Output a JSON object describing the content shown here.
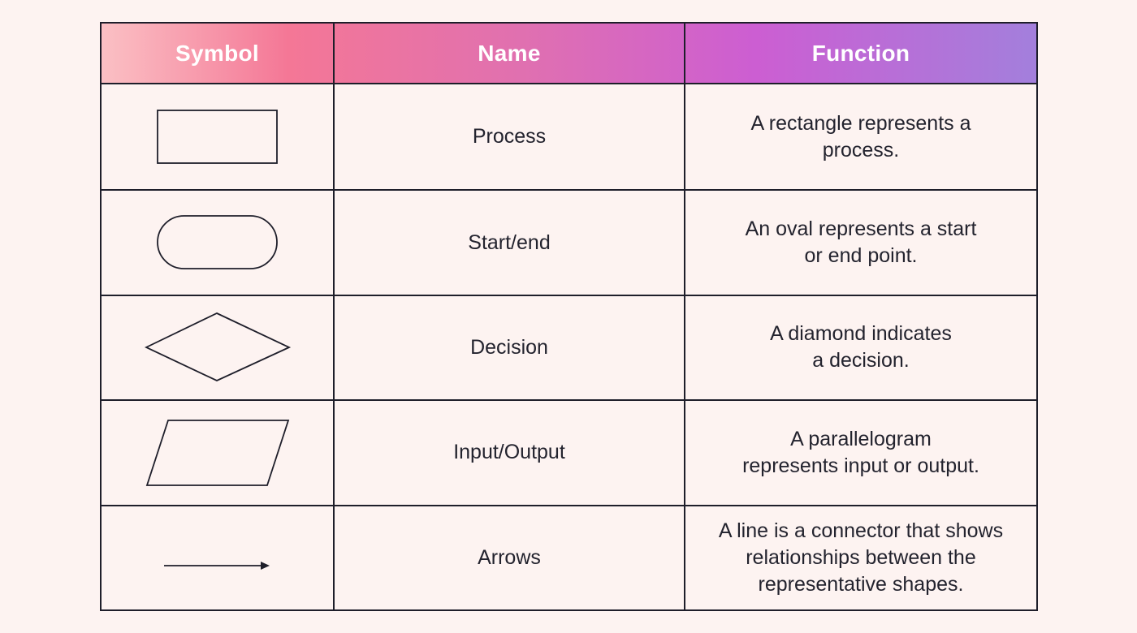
{
  "header": {
    "symbol": "Symbol",
    "name": "Name",
    "function": "Function"
  },
  "rows": [
    {
      "symbol_icon": "rectangle-icon",
      "name": "Process",
      "function_lines": [
        "A rectangle represents a",
        "process."
      ]
    },
    {
      "symbol_icon": "oval-icon",
      "name": "Start/end",
      "function_lines": [
        "An oval represents a start",
        "or end point."
      ]
    },
    {
      "symbol_icon": "diamond-icon",
      "name": "Decision",
      "function_lines": [
        "A diamond indicates",
        "a decision."
      ]
    },
    {
      "symbol_icon": "parallelogram-icon",
      "name": "Input/Output",
      "function_lines": [
        "A parallelogram",
        "represents input or output."
      ]
    },
    {
      "symbol_icon": "arrow-icon",
      "name": "Arrows",
      "function_lines": [
        "A line is a connector that shows",
        "relationships between the",
        "representative shapes."
      ]
    }
  ],
  "colors": {
    "background": "#fdf3f1",
    "border": "#1e1e2a",
    "header_gradient_start": "#fbc0c4",
    "header_gradient_mid": "#e070b0",
    "header_gradient_end": "#a37fdc"
  }
}
